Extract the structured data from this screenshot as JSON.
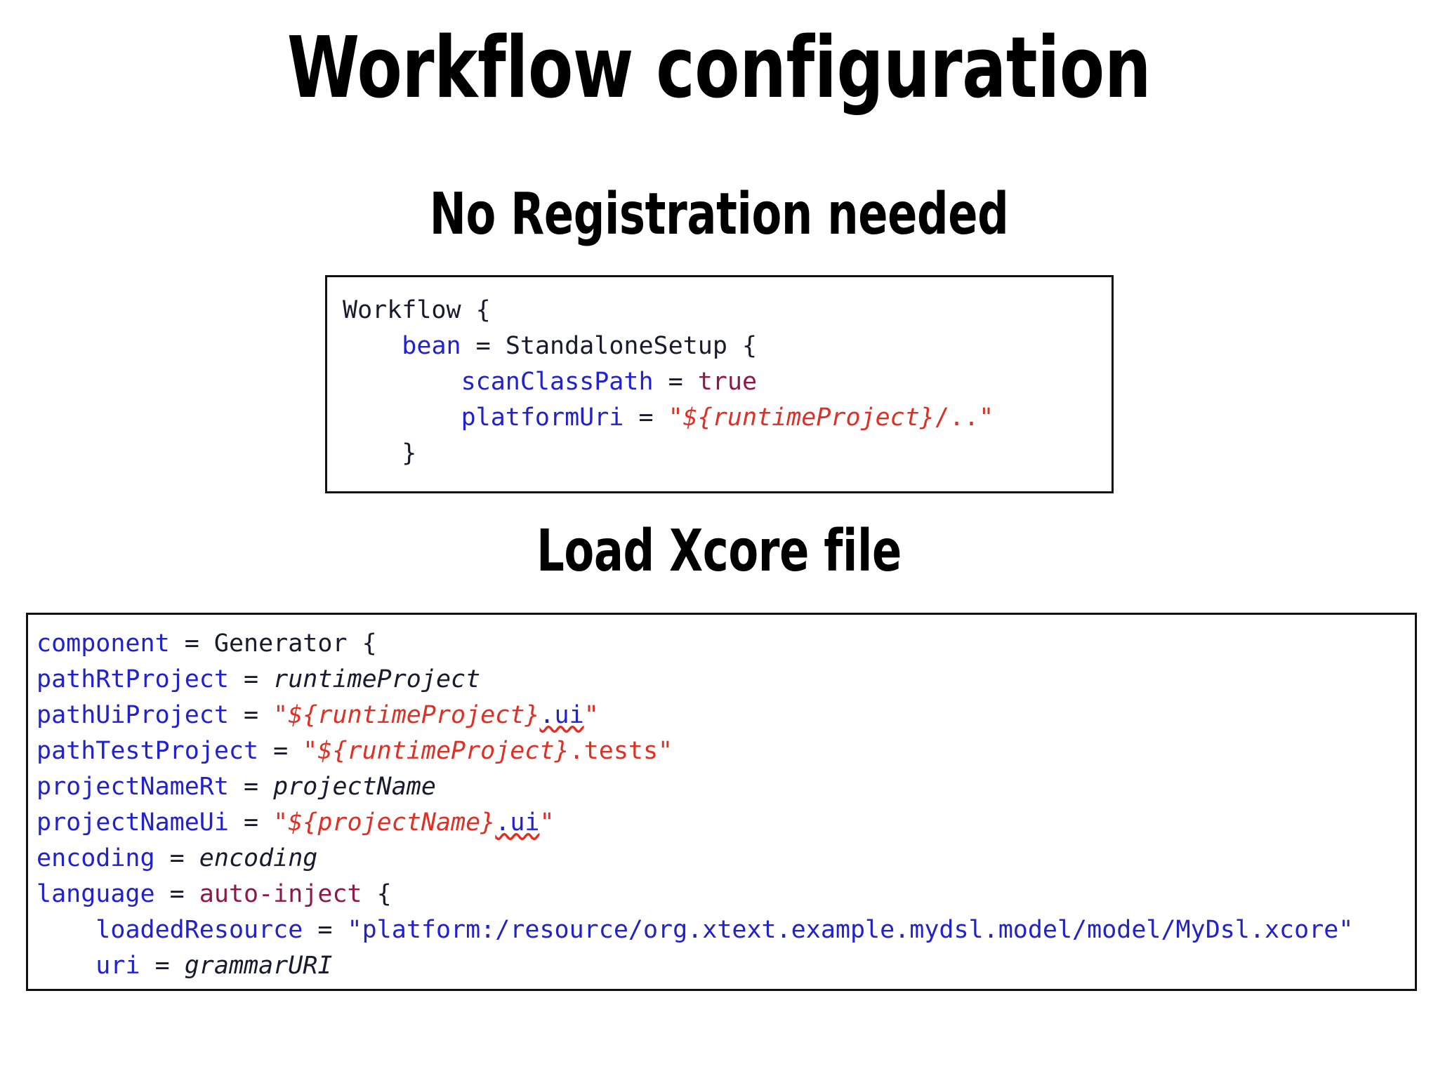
{
  "slide": {
    "title": "Workflow configuration",
    "subtitle_1": "No Registration needed",
    "subtitle_2": "Load Xcore file"
  },
  "colors": {
    "identifier_blue": "#2222cc",
    "string_red": "#e03025",
    "keyword_maroon": "#8b1a4a",
    "plain_dark": "#1a1a2e",
    "box_border": "#111111",
    "background": "#ffffff"
  },
  "workflow_box": {
    "lines": [
      {
        "indent": 0,
        "tokens": [
          {
            "text": "Workflow ",
            "style": "plain"
          },
          {
            "text": "{",
            "style": "plain"
          }
        ],
        "plain_text": "Workflow {"
      },
      {
        "indent": 1,
        "tokens": [
          {
            "text": "bean",
            "style": "key"
          },
          {
            "text": " = ",
            "style": "plain"
          },
          {
            "text": "StandaloneSetup",
            "style": "plain"
          },
          {
            "text": " {",
            "style": "plain"
          }
        ],
        "plain_text": "    bean = StandaloneSetup {"
      },
      {
        "indent": 2,
        "tokens": [
          {
            "text": "scanClassPath",
            "style": "key"
          },
          {
            "text": " = ",
            "style": "plain"
          },
          {
            "text": "true",
            "style": "kw"
          }
        ],
        "plain_text": "        scanClassPath = true"
      },
      {
        "indent": 2,
        "tokens": [
          {
            "text": "platformUri",
            "style": "key"
          },
          {
            "text": " = ",
            "style": "plain"
          },
          {
            "text": "\"",
            "style": "str"
          },
          {
            "text": "${runtimeProject}",
            "style": "str-italic"
          },
          {
            "text": "/..\"",
            "style": "str"
          }
        ],
        "plain_text": "        platformUri = \"${runtimeProject}/..\""
      },
      {
        "indent": 1,
        "tokens": [
          {
            "text": "}",
            "style": "plain"
          }
        ],
        "plain_text": "    }"
      }
    ]
  },
  "generator_box": {
    "lines": [
      {
        "indent": 0,
        "tokens": [
          {
            "text": "component",
            "style": "key"
          },
          {
            "text": " = ",
            "style": "plain"
          },
          {
            "text": "Generator",
            "style": "plain"
          },
          {
            "text": " {",
            "style": "plain"
          }
        ],
        "plain_text": "component = Generator {"
      },
      {
        "indent": 0,
        "tokens": [
          {
            "text": "pathRtProject",
            "style": "key"
          },
          {
            "text": " = ",
            "style": "plain"
          },
          {
            "text": "runtimeProject",
            "style": "plain-italic"
          }
        ],
        "plain_text": "pathRtProject = runtimeProject"
      },
      {
        "indent": 0,
        "tokens": [
          {
            "text": "pathUiProject",
            "style": "key"
          },
          {
            "text": " = ",
            "style": "plain"
          },
          {
            "text": "\"",
            "style": "str"
          },
          {
            "text": "${runtimeProject}",
            "style": "str-italic"
          },
          {
            "text": ".ui",
            "style": "squiggle"
          },
          {
            "text": "\"",
            "style": "str"
          }
        ],
        "plain_text": "pathUiProject = \"${runtimeProject}.ui\""
      },
      {
        "indent": 0,
        "tokens": [
          {
            "text": "pathTestProject",
            "style": "key"
          },
          {
            "text": " = ",
            "style": "plain"
          },
          {
            "text": "\"",
            "style": "str"
          },
          {
            "text": "${runtimeProject}",
            "style": "str-italic"
          },
          {
            "text": ".tests\"",
            "style": "str"
          }
        ],
        "plain_text": "pathTestProject = \"${runtimeProject}.tests\""
      },
      {
        "indent": 0,
        "tokens": [
          {
            "text": "projectNameRt",
            "style": "key"
          },
          {
            "text": " = ",
            "style": "plain"
          },
          {
            "text": "projectName",
            "style": "plain-italic"
          }
        ],
        "plain_text": "projectNameRt = projectName"
      },
      {
        "indent": 0,
        "tokens": [
          {
            "text": "projectNameUi",
            "style": "key"
          },
          {
            "text": " = ",
            "style": "plain"
          },
          {
            "text": "\"",
            "style": "str"
          },
          {
            "text": "${projectName}",
            "style": "str-italic"
          },
          {
            "text": ".ui",
            "style": "squiggle"
          },
          {
            "text": "\"",
            "style": "str"
          }
        ],
        "plain_text": "projectNameUi = \"${projectName}.ui\""
      },
      {
        "indent": 0,
        "tokens": [
          {
            "text": "encoding",
            "style": "key"
          },
          {
            "text": " = ",
            "style": "plain"
          },
          {
            "text": "encoding",
            "style": "plain-italic"
          }
        ],
        "plain_text": "encoding = encoding"
      },
      {
        "indent": 0,
        "tokens": [
          {
            "text": "language",
            "style": "key"
          },
          {
            "text": " = ",
            "style": "plain"
          },
          {
            "text": "auto-inject",
            "style": "kw"
          },
          {
            "text": " {",
            "style": "plain"
          }
        ],
        "plain_text": "language = auto-inject {"
      },
      {
        "indent": 1,
        "tokens": [
          {
            "text": "loadedResource",
            "style": "key"
          },
          {
            "text": " = ",
            "style": "plain"
          },
          {
            "text": "\"platform:/resource/org.xtext.example.mydsl.model/model/MyDsl.xcore\"",
            "style": "str-blue"
          }
        ],
        "plain_text": "    loadedResource = \"platform:/resource/org.xtext.example.mydsl.model/model/MyDsl.xcore\""
      },
      {
        "indent": 1,
        "tokens": [
          {
            "text": "uri",
            "style": "key"
          },
          {
            "text": " = ",
            "style": "plain"
          },
          {
            "text": "grammarURI",
            "style": "plain-italic"
          }
        ],
        "plain_text": "    uri = grammarURI"
      }
    ]
  }
}
